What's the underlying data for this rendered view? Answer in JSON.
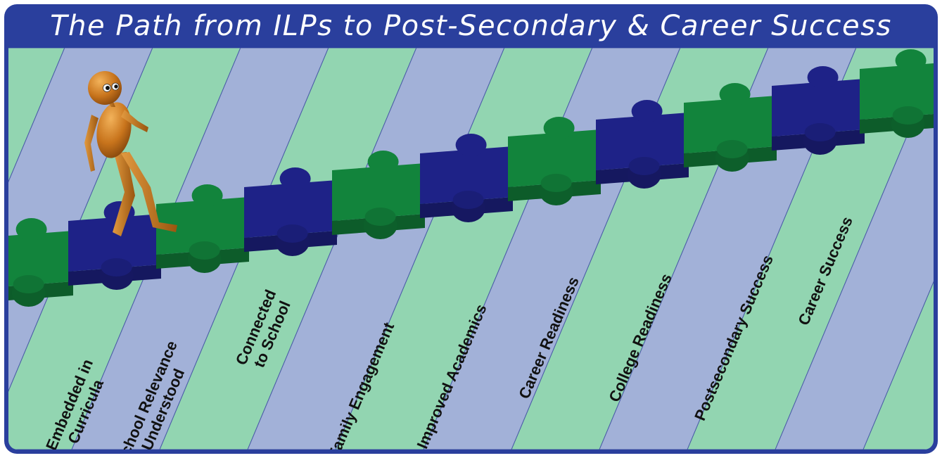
{
  "title": "The Path from ILPs to Post-Secondary & Career Success",
  "colors": {
    "frame": "#2a3f9d",
    "stripe_green": "#92d5b1",
    "stripe_blue": "#a2b1d8",
    "piece_green": "#12843c",
    "piece_blue": "#1e2287",
    "figure": "#c8741c"
  },
  "steps": [
    {
      "line1": "Embedded in",
      "line2": "Curricula"
    },
    {
      "line1": "School Relevance",
      "line2": "Understood"
    },
    {
      "line1": "Connected",
      "line2": "to School"
    },
    {
      "line1": "Family Engagement",
      "line2": ""
    },
    {
      "line1": "Improved Academics",
      "line2": ""
    },
    {
      "line1": "Career Readiness",
      "line2": ""
    },
    {
      "line1": "College Readiness",
      "line2": ""
    },
    {
      "line1": "Postsecondary Success",
      "line2": ""
    },
    {
      "line1": "Career Success",
      "line2": ""
    }
  ],
  "figure_icon": "walking-figure-icon",
  "path_icon": "puzzle-piece-icon"
}
